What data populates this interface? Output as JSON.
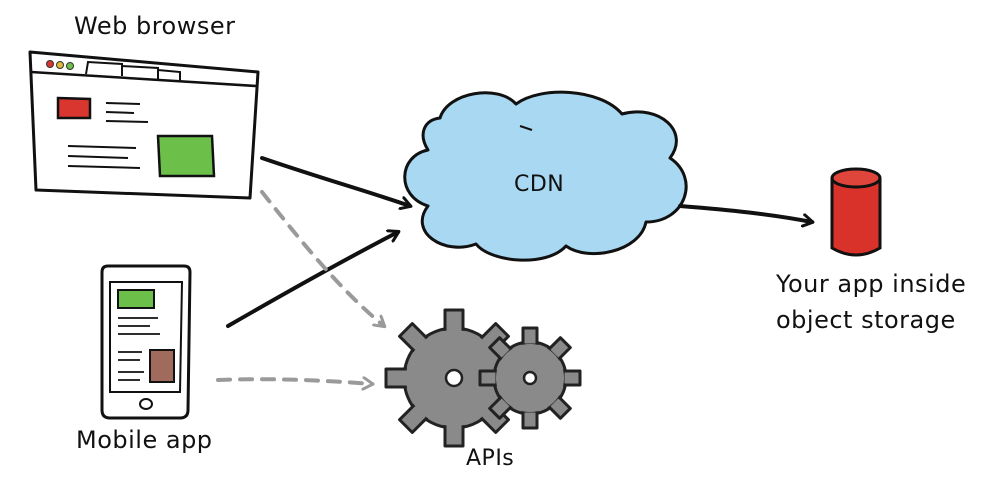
{
  "labels": {
    "web_browser": "Web browser",
    "mobile_app": "Mobile app",
    "cdn": "CDN",
    "apis": "APIs",
    "storage_line1": "Your app inside",
    "storage_line2": "object storage"
  },
  "colors": {
    "ink": "#111111",
    "cdn_fill": "#a9d8f2",
    "storage_red": "#d9322a",
    "gear_gray": "#8a8a8a",
    "dashed_gray": "#9a9a9a",
    "browser_red": "#d9362f",
    "browser_green": "#6cc04a",
    "phone_green": "#6cc04a",
    "phone_brown": "#a06a5c"
  },
  "icons": {
    "browser": "web-browser-icon",
    "phone": "mobile-phone-icon",
    "cloud": "cloud-icon",
    "gears": "gears-icon",
    "cylinder": "storage-cylinder-icon"
  }
}
